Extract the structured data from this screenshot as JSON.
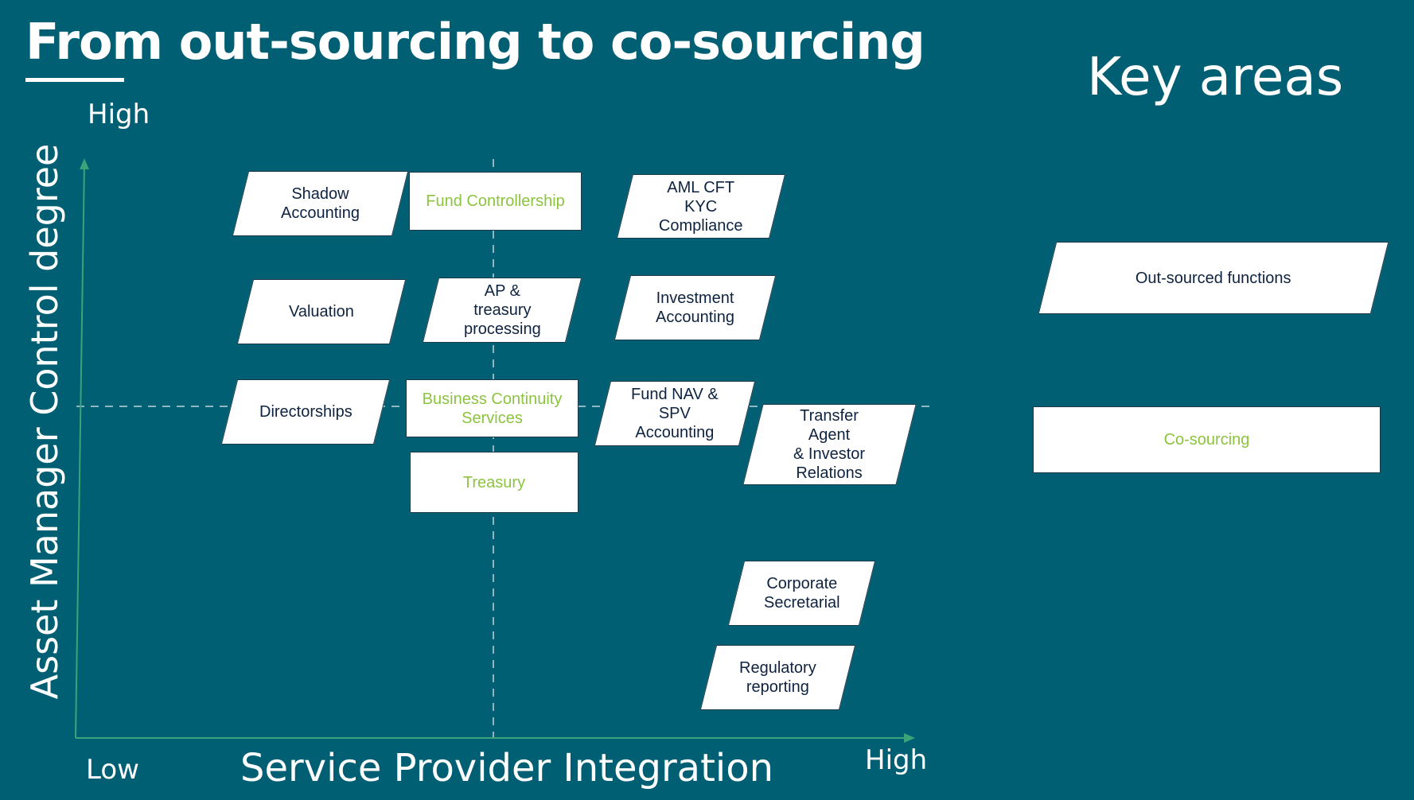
{
  "title": "From out-sourcing to co-sourcing",
  "key_areas": {
    "title": "Key areas",
    "outsourced_label": "Out-sourced functions",
    "cosourcing_label": "Co-sourcing"
  },
  "axes": {
    "y_title": "Asset Manager Control degree",
    "y_high": "High",
    "x_title": "Service Provider Integration",
    "x_low": "Low",
    "x_high": "High"
  },
  "functions": {
    "shadow_accounting": "Shadow\nAccounting",
    "fund_controllership": "Fund Controllership",
    "aml_cft_kyc": "AML CFT\nKYC\nCompliance",
    "valuation": "Valuation",
    "ap_treasury": "AP &\ntreasury\nprocessing",
    "investment_accounting": "Investment\nAccounting",
    "directorships": "Directorships",
    "business_continuity": "Business Continuity\nServices",
    "fund_nav_spv": "Fund NAV &\nSPV\nAccounting",
    "transfer_agent": "Transfer\nAgent\n& Investor\nRelations",
    "treasury": "Treasury",
    "corporate_secretarial": "Corporate\nSecretarial",
    "regulatory_reporting": "Regulatory\nreporting"
  },
  "colors": {
    "background": "#005f72",
    "outsourced_text": "#0e2340",
    "cosourcing_text": "#8cc43f",
    "axis_line": "#3aa57a"
  }
}
